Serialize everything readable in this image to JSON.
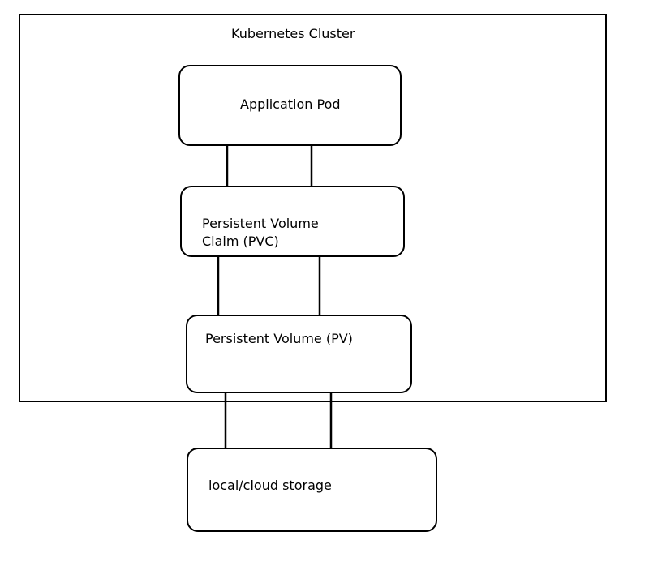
{
  "diagram": {
    "cluster": {
      "label": "Kubernetes Cluster"
    },
    "nodes": {
      "pod": {
        "label": "Application Pod"
      },
      "pvc": {
        "line1": "Persistent Volume",
        "line2": "Claim (PVC)"
      },
      "pv": {
        "label": "Persistent Volume (PV)"
      },
      "storage": {
        "label": "local/cloud storage"
      }
    },
    "edges": [
      {
        "from": "pod",
        "to": "pvc",
        "count": 2
      },
      {
        "from": "pvc",
        "to": "pv",
        "count": 2
      },
      {
        "from": "pv",
        "to": "storage",
        "count": 2
      }
    ],
    "colors": {
      "stroke": "#000000",
      "background": "#ffffff"
    }
  }
}
